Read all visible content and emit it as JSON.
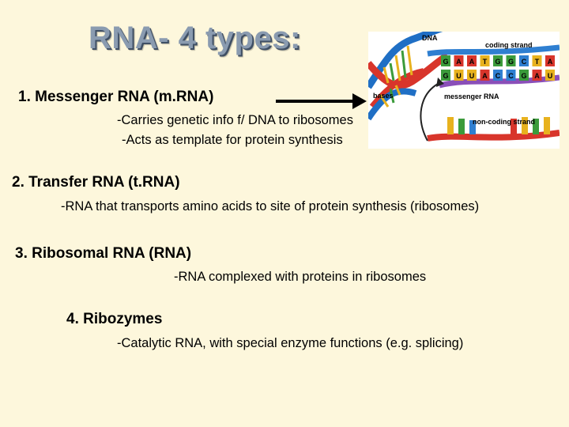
{
  "slide": {
    "title": "RNA- 4 types:",
    "items": [
      {
        "heading": "1.  Messenger RNA (m.RNA)",
        "lines": [
          "-Carries genetic info f/ DNA to ribosomes",
          "-Acts as template for protein synthesis"
        ]
      },
      {
        "heading": "2. Transfer RNA (t.RNA)",
        "lines": [
          "-RNA that transports amino acids to site of protein synthesis (ribosomes)"
        ]
      },
      {
        "heading": "3. Ribosomal RNA (RNA)",
        "lines": [
          "-RNA complexed with proteins in ribosomes"
        ]
      },
      {
        "heading": "4. Ribozymes",
        "lines": [
          "-Catalytic RNA, with special enzyme functions (e.g. splicing)"
        ]
      }
    ]
  },
  "figure": {
    "label_dna": "DNA",
    "label_coding": "coding strand",
    "label_bases": "bases",
    "label_mrna": "messenger RNA",
    "label_noncoding": "non-coding strand",
    "coding_bases": [
      "G",
      "A",
      "A",
      "T",
      "G",
      "G",
      "C",
      "T",
      "A"
    ],
    "mrna_bases": [
      "G",
      "U",
      "U",
      "A",
      "C",
      "C",
      "G",
      "A",
      "U"
    ]
  }
}
